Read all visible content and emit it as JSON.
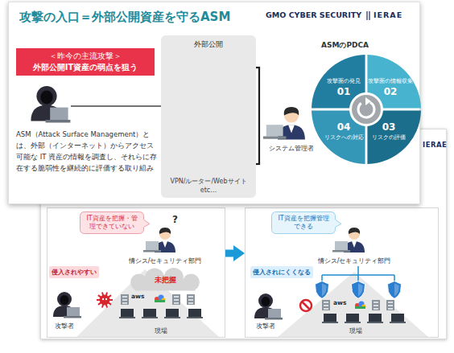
{
  "diagram": {
    "title": "攻撃の入口＝外部公開資産を守るASM",
    "nodes": [
      {
        "text": [
          "＜昨今の主流攻撃＞",
          "外部公開IT資産の弱点を狙う"
        ]
      },
      {
        "text": [
          "外部公開",
          "VPN/ルーター/Webサイト etc…"
        ]
      },
      {
        "text": [
          "ASMのPDCA"
        ]
      },
      {
        "text": [
          "攻撃面の発見",
          "01"
        ],
        "in": 2
      },
      {
        "text": [
          "攻撃面の情報収集",
          "02"
        ],
        "in": 2
      },
      {
        "text": [
          "04",
          "リスクへの対応"
        ],
        "in": 2
      },
      {
        "text": [
          "03",
          "リスクの評価"
        ],
        "in": 2
      },
      {
        "text": [
          "情シス/セキュリティ部門",
          "攻撃者",
          "現場"
        ]
      },
      {
        "text": [
          "IT資産を把握・管理できていない"
        ],
        "in": 7
      },
      {
        "text": [
          "侵入されやすい"
        ],
        "in": 7
      },
      {
        "text": [
          "未把握"
        ],
        "in": 7
      },
      {
        "text": [
          "情シス/セキュリティ部門",
          "攻撃者",
          "現場"
        ]
      },
      {
        "text": [
          "IT資産を把握管理できる"
        ],
        "in": 11
      },
      {
        "text": [
          "侵入されにくくなる"
        ],
        "in": 11
      }
    ],
    "edges": [
      {
        "from": 7,
        "to": 11,
        "arrow": "to"
      }
    ],
    "labels": [
      "GMO CYBER SECURITY",
      "IERAE",
      "ASM（Attack Surface Management）とは、外部（インターネット）からアクセス可能な IT 資産の情報を調査し、それらに存在する脆弱性を継続的に評価する取り組み",
      "システム管理者",
      "IERAE",
      "?",
      "aws",
      "aws"
    ]
  }
}
